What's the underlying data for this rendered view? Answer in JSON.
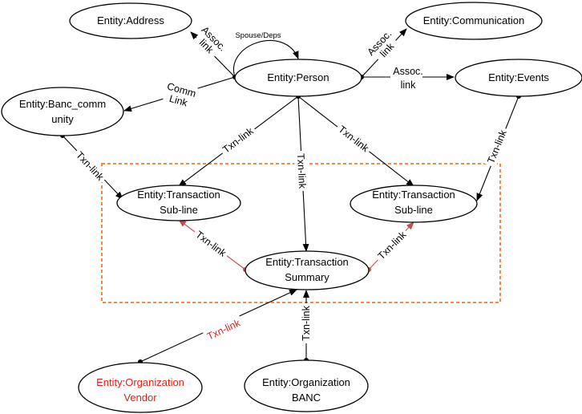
{
  "nodes": {
    "address": "Entity:Address",
    "communication": "Entity:Communication",
    "person": "Entity:Person",
    "events": "Entity:Events",
    "banc_community_l1": "Entity:Banc_comm",
    "banc_community_l2": "unity",
    "sub_left_l1": "Entity:Transaction",
    "sub_left_l2": "Sub-line",
    "sub_right_l1": "Entity:Transaction",
    "sub_right_l2": "Sub-line",
    "summary_l1": "Entity:Transaction",
    "summary_l2": "Summary",
    "vendor_l1": "Entity:Organization",
    "vendor_l2": "Vendor",
    "banc_l1": "Entity:Organization",
    "banc_l2": "BANC"
  },
  "edges": {
    "assoc_address_l1": "Assoc.",
    "assoc_address_l2": "link",
    "spouse_deps": "Spouse/Deps",
    "assoc_comm_l1": "Assoc.",
    "assoc_comm_l2": "link",
    "assoc_events_l1": "Assoc.",
    "assoc_events_l2": "link",
    "comm_link_l1": "Comm",
    "comm_link_l2": "Link",
    "txn_person_left": "Txn-link",
    "txn_person_center": "Txn-link",
    "txn_person_right": "Txn-link",
    "txn_events": "Txn-link",
    "txn_banc_community": "Txn-link",
    "txn_summary_left": "Txn-link",
    "txn_summary_right": "Txn-link",
    "txn_vendor": "Txn-link",
    "txn_banc": "Txn-link"
  },
  "colors": {
    "frame": "#ed7d31",
    "summary_links": "#c0504d",
    "vendor_text": "#e0201a"
  }
}
